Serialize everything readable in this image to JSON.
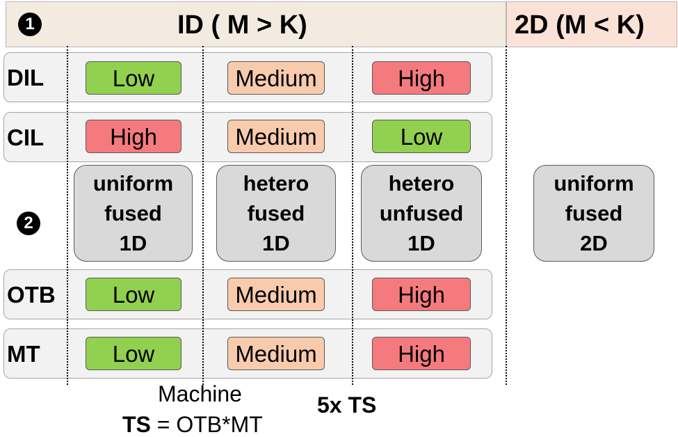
{
  "header": {
    "step1_num": "1",
    "left_title": "ID ( M > K)",
    "right_title": "2D (M < K)"
  },
  "step2_num": "2",
  "rows": [
    {
      "label": "DIL",
      "levels": [
        "Low",
        "Medium",
        "High"
      ]
    },
    {
      "label": "CIL",
      "levels": [
        "High",
        "Medium",
        "Low"
      ]
    },
    {
      "label": "OTB",
      "levels": [
        "Low",
        "Medium",
        "High"
      ]
    },
    {
      "label": "MT",
      "levels": [
        "Low",
        "Medium",
        "High"
      ]
    }
  ],
  "kernels": [
    {
      "lines": [
        "uniform",
        "fused",
        "1D"
      ]
    },
    {
      "lines": [
        "hetero",
        "fused",
        "1D"
      ]
    },
    {
      "lines": [
        "hetero",
        "unfused",
        "1D"
      ]
    },
    {
      "lines": [
        "uniform",
        "fused",
        "2D"
      ]
    }
  ],
  "footer": {
    "machine": "Machine",
    "ts_bold": "TS",
    "ts_rest": " = OTB*MT",
    "five_x": "5x TS"
  },
  "colors": {
    "Low": "#92d050",
    "Medium": "#f8cbad",
    "High": "#f47a7e"
  }
}
